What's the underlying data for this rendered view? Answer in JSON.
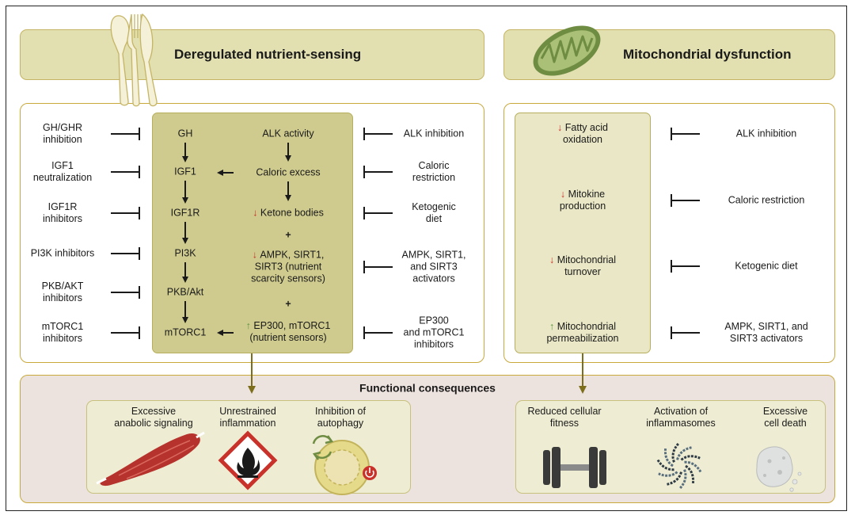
{
  "headers": {
    "left": "Deregulated nutrient-sensing",
    "right": "Mitochondrial dysfunction"
  },
  "nutrient": {
    "inhibitors_left": [
      "GH/GHR\ninhibition",
      "IGF1\nneutralization",
      "IGF1R\ninhibitors",
      "PI3K inhibitors",
      "PKB/AKT\ninhibitors",
      "mTORC1\ninhibitors"
    ],
    "pathway_left": [
      "GH",
      "IGF1",
      "IGF1R",
      "PI3K",
      "PKB/Akt",
      "mTORC1"
    ],
    "pathway_right": [
      {
        "mark": "",
        "text": "ALK activity"
      },
      {
        "mark": "",
        "text": "Caloric excess"
      },
      {
        "mark": "down",
        "text": "Ketone bodies"
      },
      {
        "mark": "",
        "text": "+"
      },
      {
        "mark": "down",
        "text": "AMPK, SIRT1,\nSIRT3 (nutrient\nscarcity sensors)"
      },
      {
        "mark": "",
        "text": "+"
      },
      {
        "mark": "up",
        "text": "EP300, mTORC1\n(nutrient sensors)"
      }
    ],
    "interventions_right": [
      "ALK inhibition",
      "Caloric\nrestriction",
      "Ketogenic\ndiet",
      "AMPK, SIRT1,\nand SIRT3\nactivators",
      "EP300\nand mTORC1\ninhibitors"
    ]
  },
  "mito": {
    "effects": [
      {
        "mark": "down",
        "text": "Fatty acid\noxidation"
      },
      {
        "mark": "down",
        "text": "Mitokine\nproduction"
      },
      {
        "mark": "down",
        "text": "Mitochondrial\nturnover"
      },
      {
        "mark": "up",
        "text": "Mitochondrial\npermeabilization"
      }
    ],
    "interventions": [
      "ALK inhibition",
      "Caloric restriction",
      "Ketogenic diet",
      "AMPK, SIRT1, and\nSIRT3 activators"
    ]
  },
  "functional": {
    "title": "Functional consequences",
    "left_items": [
      "Excessive\nanabolic signaling",
      "Unrestrained\ninflammation",
      "Inhibition of\nautophagy"
    ],
    "right_items": [
      "Reduced cellular\nfitness",
      "Activation of\ninflammasomes",
      "Excessive\ncell death"
    ]
  },
  "symbols": {
    "down": "↓",
    "up": "↑"
  },
  "colors": {
    "header_fill": "#e2e0b0",
    "olive_box": "#cfcb8e",
    "light_box": "#eeedd3",
    "panel_border": "#c9a93c",
    "functional_fill": "#ede3de",
    "flow_arrow": "#7d6e1c",
    "decrease": "#c8322b",
    "increase": "#5d9441",
    "muscle": "#b6322c",
    "hazard": "#c8322b",
    "mitochondrion": "#7f9b4e"
  },
  "icons": [
    "cutlery-icon",
    "mitochondrion-icon",
    "muscle-icon",
    "flammable-hazard-icon",
    "autophagy-cell-icon",
    "power-icon",
    "recycle-arrows-icon",
    "dumbbell-icon",
    "inflammasome-icon",
    "dying-cell-icon"
  ]
}
